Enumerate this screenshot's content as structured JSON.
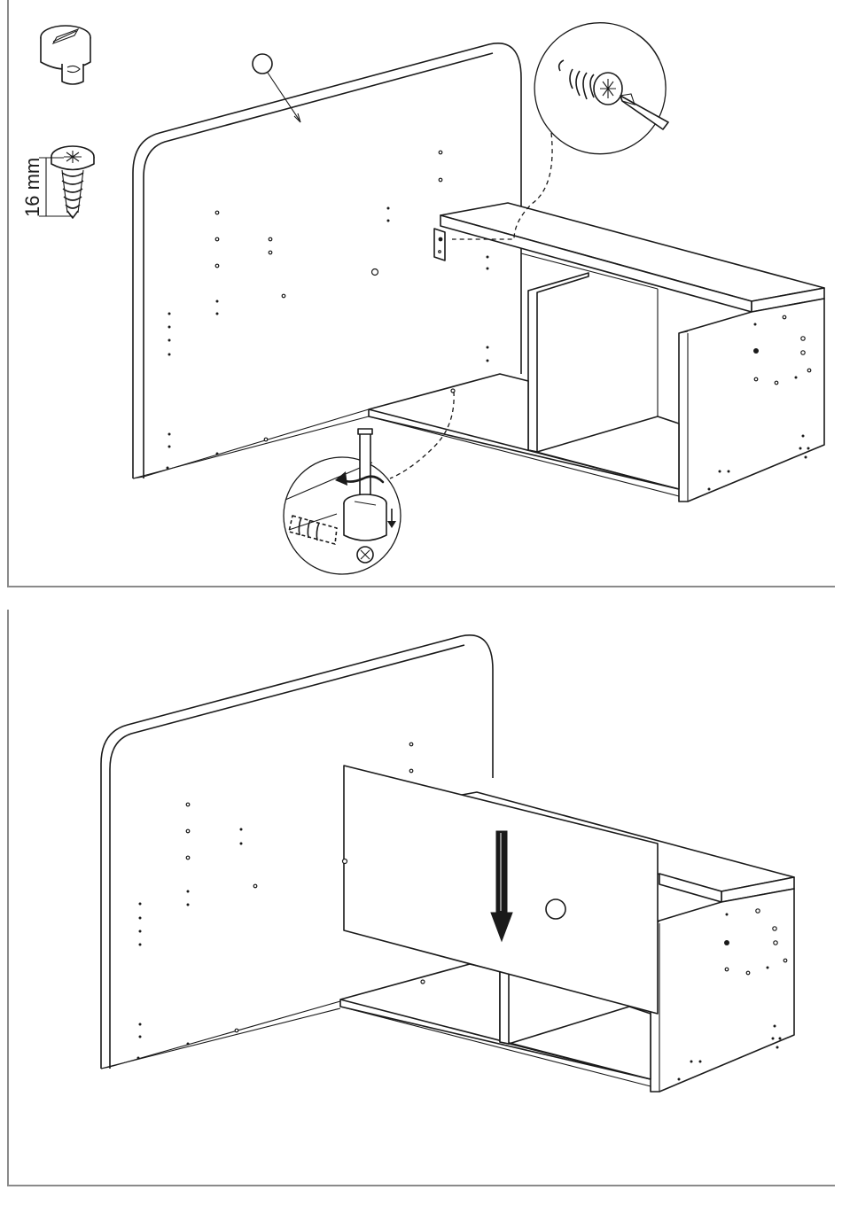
{
  "diagram": {
    "hardware": {
      "screw_length_label": "16 mm"
    },
    "steps": [
      {
        "id": "step-attach-back-panel"
      },
      {
        "id": "step-insert-drawer-panel"
      }
    ],
    "colors": {
      "line": "#1a1a1a",
      "frame": "#8a8a8a",
      "background": "#ffffff"
    }
  }
}
